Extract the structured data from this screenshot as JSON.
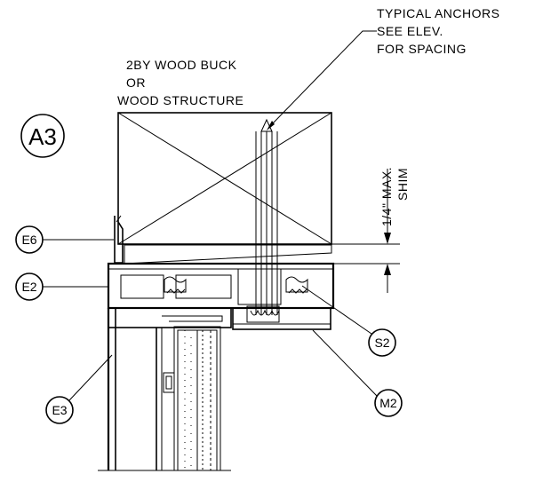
{
  "detail": {
    "tag": "A3"
  },
  "labels": {
    "anchors_line1": "TYPICAL ANCHORS",
    "anchors_line2": "SEE ELEV.",
    "anchors_line3": "FOR SPACING",
    "buck_line1": "2BY WOOD BUCK",
    "buck_line2": "OR",
    "buck_line3": "WOOD STRUCTURE",
    "shim_line1": "1/4\" MAX.",
    "shim_line2": "SHIM"
  },
  "callouts": [
    {
      "id": "E6",
      "text": "E6"
    },
    {
      "id": "E2",
      "text": "E2"
    },
    {
      "id": "E3",
      "text": "E3"
    },
    {
      "id": "S2",
      "text": "S2"
    },
    {
      "id": "M2",
      "text": "M2"
    }
  ]
}
